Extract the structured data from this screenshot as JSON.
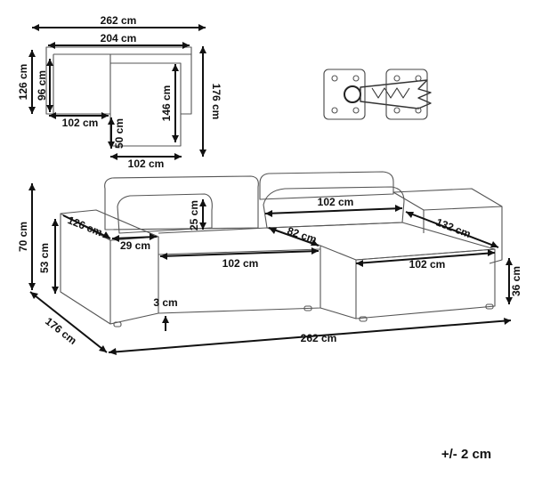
{
  "plan_view": {
    "overall_width": "262 cm",
    "seat_width": "204 cm",
    "left_depth": "126 cm",
    "seat_depth": "96 cm",
    "chaise_inner_depth": "146 cm",
    "chaise_depth": "176 cm",
    "front_seat_width": "102 cm",
    "chaise_extension": "50 cm",
    "chaise_width": "102 cm"
  },
  "front_view": {
    "total_height": "70 cm",
    "armrest_height": "53 cm",
    "armrest_depth": "126 cm",
    "armrest_width": "29 cm",
    "backrest_height": "25 cm",
    "back_cushion_width": "102 cm",
    "seat_depth": "82 cm",
    "chaise_length": "132 cm",
    "seat_width": "102 cm",
    "chaise_seat_width": "102 cm",
    "seat_height": "36 cm",
    "leg_height": "3 cm",
    "total_depth": "176 cm",
    "total_width": "262 cm"
  },
  "tolerance": "+/- 2 cm"
}
